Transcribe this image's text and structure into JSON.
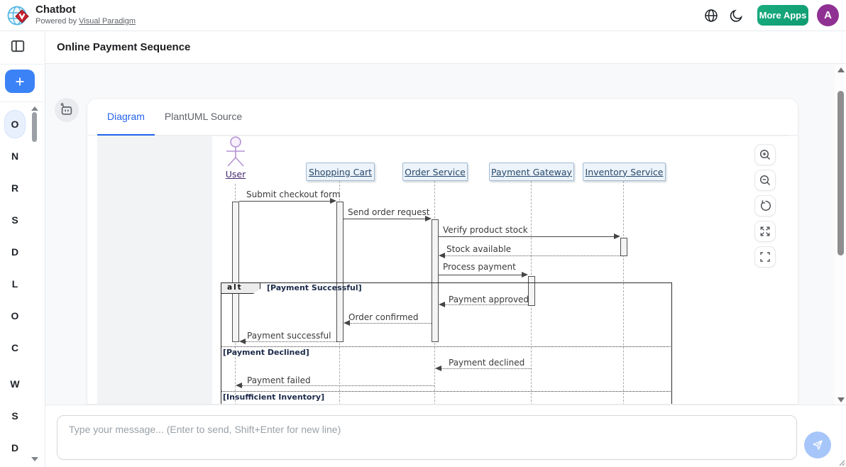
{
  "header": {
    "app_title": "Chatbot",
    "powered_prefix": "Powered by",
    "powered_link": "Visual Paradigm",
    "more_apps": "More Apps",
    "avatar_initial": "A"
  },
  "sidebar": {
    "items": [
      "O",
      "N",
      "R",
      "S",
      "D",
      "L",
      "O",
      "C",
      "W",
      "S",
      "D"
    ],
    "selected_index": 0
  },
  "page": {
    "title": "Online Payment Sequence"
  },
  "tabs": [
    {
      "label": "Diagram",
      "active": true
    },
    {
      "label": "PlantUML Source",
      "active": false
    }
  ],
  "diagram": {
    "actor": "User",
    "participants": [
      "Shopping Cart",
      "Order Service",
      "Payment Gateway",
      "Inventory Service"
    ],
    "messages": [
      {
        "label": "Submit checkout form",
        "from": "User",
        "to": "Shopping Cart",
        "style": "solid"
      },
      {
        "label": "Send order request",
        "from": "Shopping Cart",
        "to": "Order Service",
        "style": "solid"
      },
      {
        "label": "Verify product stock",
        "from": "Order Service",
        "to": "Inventory Service",
        "style": "solid"
      },
      {
        "label": "Stock available",
        "from": "Inventory Service",
        "to": "Order Service",
        "style": "dotted"
      },
      {
        "label": "Process payment",
        "from": "Order Service",
        "to": "Payment Gateway",
        "style": "solid"
      },
      {
        "label": "Payment approved",
        "from": "Payment Gateway",
        "to": "Order Service",
        "style": "dotted"
      },
      {
        "label": "Order confirmed",
        "from": "Order Service",
        "to": "Shopping Cart",
        "style": "dotted"
      },
      {
        "label": "Payment successful",
        "from": "Shopping Cart",
        "to": "User",
        "style": "dotted"
      },
      {
        "label": "Payment declined",
        "from": "Payment Gateway",
        "to": "Order Service",
        "style": "dotted"
      },
      {
        "label": "Payment failed",
        "from": "Order Service",
        "to": "User",
        "style": "dotted"
      }
    ],
    "fragment": {
      "operator": "alt",
      "guards": [
        "[Payment Successful]",
        "[Payment Declined]",
        "[Insufficient Inventory]"
      ]
    }
  },
  "controls": [
    "zoom-in",
    "zoom-out",
    "reset-view",
    "expand",
    "fit-to-screen"
  ],
  "composer": {
    "placeholder": "Type your message... (Enter to send, Shift+Enter for new line)"
  },
  "colors": {
    "accent_blue": "#3b82f6",
    "tab_active": "#2563eb",
    "more_apps_green": "#14a377",
    "avatar_purple": "#8f3192",
    "selected_chat_bg": "#e8f0fe",
    "participant_fill": "#edf3fa",
    "participant_border": "#9fbcd4",
    "participant_text": "#25496b",
    "actor_purple": "#b493d4",
    "send_disabled_blue": "#a6c6fa"
  }
}
